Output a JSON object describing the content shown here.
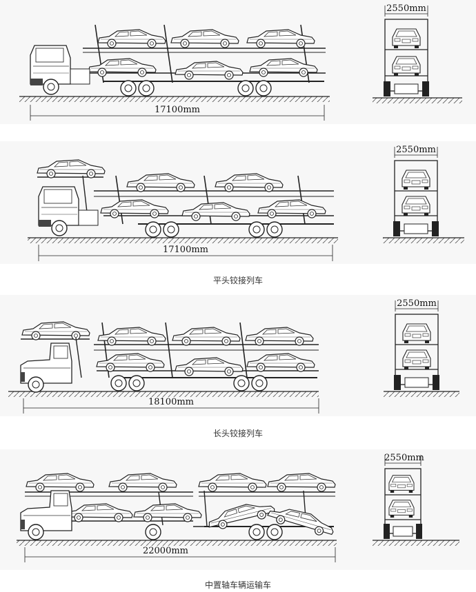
{
  "diagrams": [
    {
      "id": "d1",
      "length_label": "17100mm",
      "width_label": "2550mm",
      "caption": ""
    },
    {
      "id": "d2",
      "length_label": "17100mm",
      "width_label": "2550mm",
      "caption": "平头铰接列车"
    },
    {
      "id": "d3",
      "length_label": "18100mm",
      "width_label": "2550mm",
      "caption": "长头铰接列车"
    },
    {
      "id": "d4",
      "length_label": "22000mm",
      "width_label": "2550mm",
      "caption": "中置轴车辆运输车"
    }
  ]
}
